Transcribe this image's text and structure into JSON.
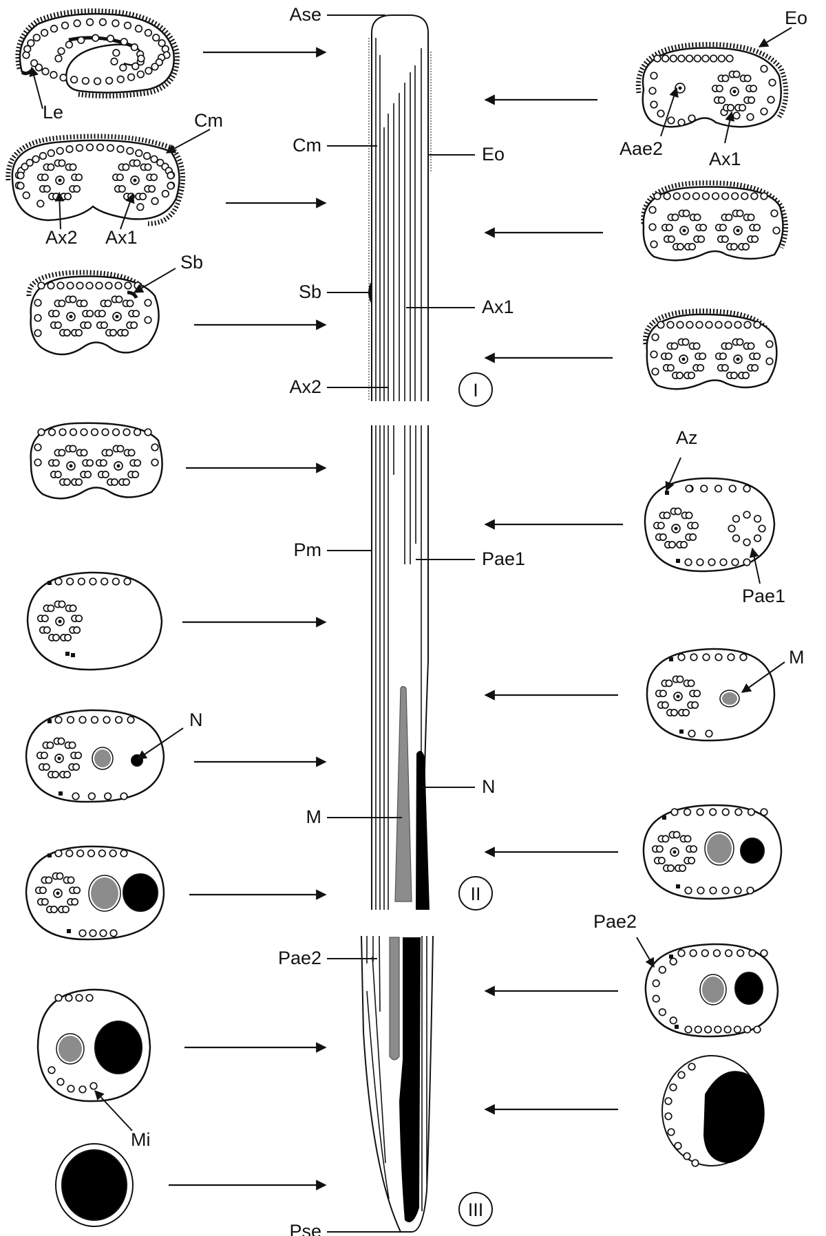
{
  "figure": {
    "colors": {
      "ink": "#111111",
      "mitochondrion": "#8c8c8c",
      "nucleus": "#000000",
      "paper": "#ffffff"
    },
    "axis_labels": {
      "ase": "Ase",
      "cm": "Cm",
      "sb": "Sb",
      "ax2": "Ax2",
      "pm": "Pm",
      "m": "M",
      "pae2": "Pae2",
      "pse": "Pse",
      "eo": "Eo",
      "ax1": "Ax1",
      "pae1": "Pae1",
      "n": "N"
    },
    "region_labels": [
      "I",
      "II",
      "III"
    ],
    "section_labels": {
      "le": "Le",
      "cm": "Cm",
      "ax2": "Ax2",
      "ax1_left": "Ax1",
      "sb": "Sb",
      "n": "N",
      "mi": "Mi",
      "eo": "Eo",
      "aae2": "Aae2",
      "ax1_right": "Ax1",
      "az": "Az",
      "pae1": "Pae1",
      "m": "M",
      "pae2": "Pae2"
    }
  }
}
